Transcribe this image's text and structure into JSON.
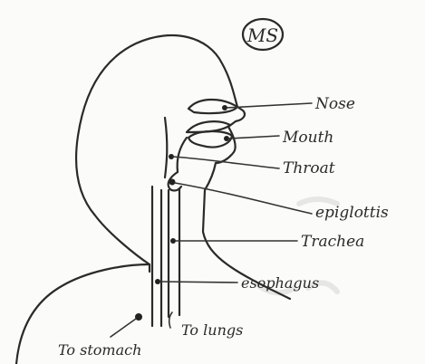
{
  "badge": "MS",
  "labels": {
    "nose": "Nose",
    "mouth": "Mouth",
    "throat": "Throat",
    "epiglottis": "epiglottis",
    "trachea": "Trachea",
    "esophagus": "esophagus",
    "to_lungs": "To lungs",
    "to_stomach": "To stomach"
  },
  "colors": {
    "ink": "#2a2a2a",
    "paper": "#fbfbfa"
  }
}
